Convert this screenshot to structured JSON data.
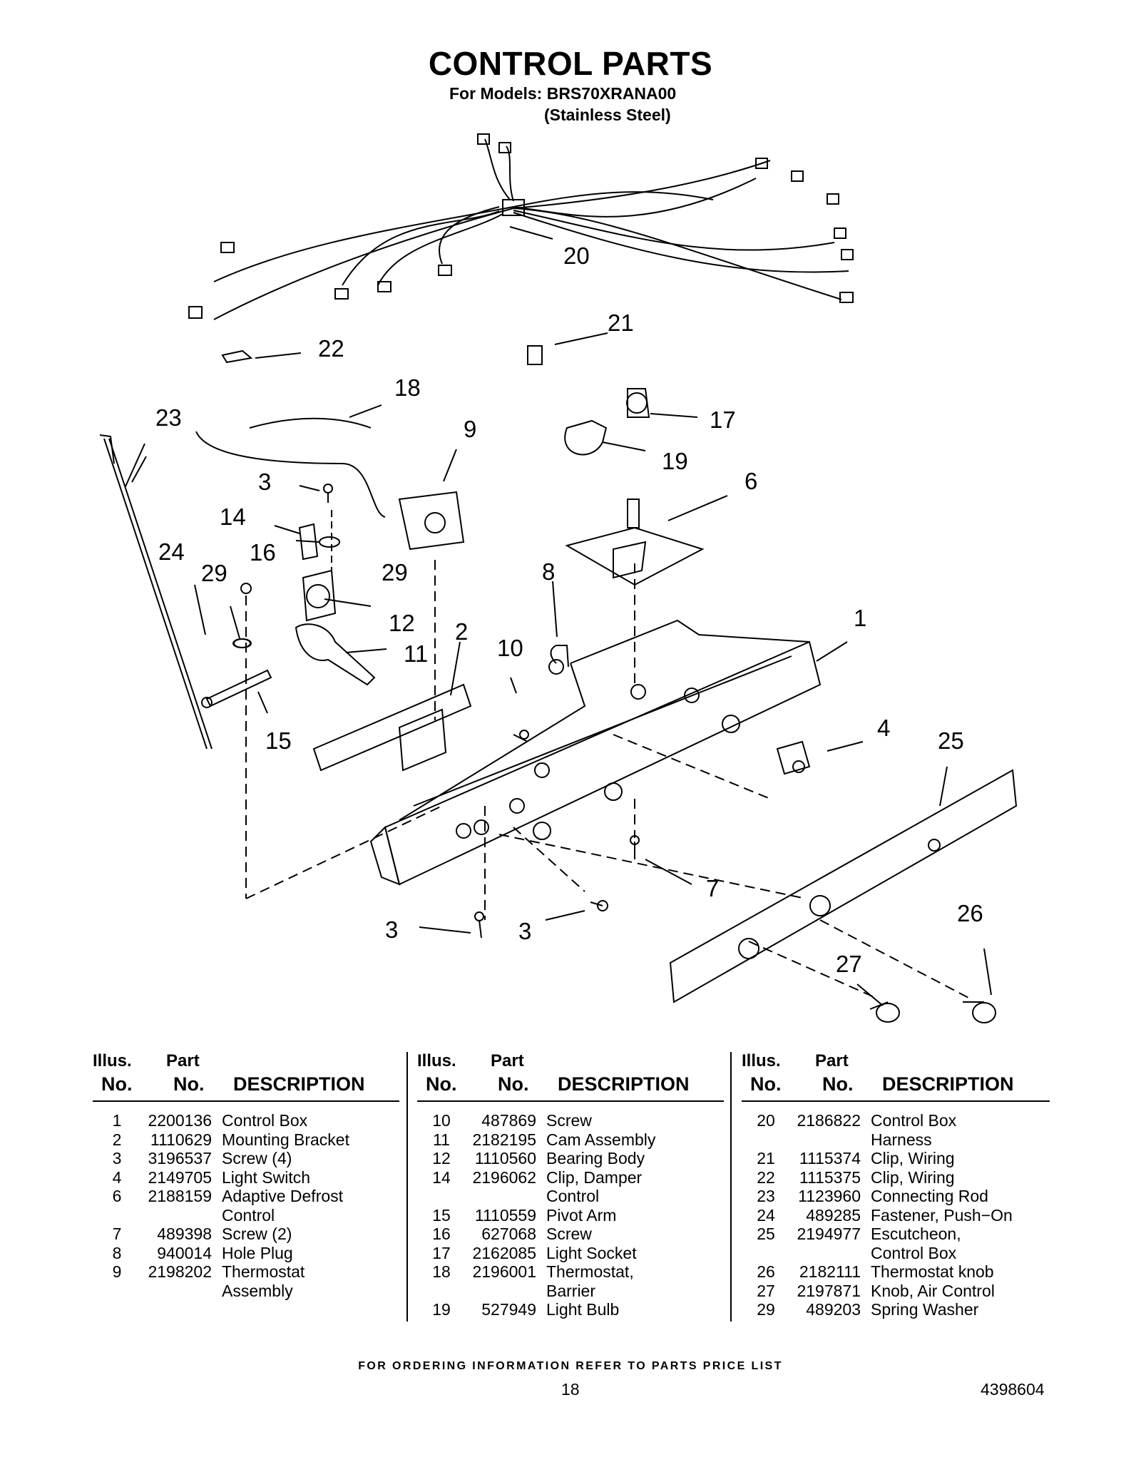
{
  "header": {
    "title": "CONTROL PARTS",
    "models_line": "For Models: BRS70XRANA00",
    "variant_line": "(Stainless Steel)"
  },
  "diagram": {
    "callouts": [
      "20",
      "21",
      "22",
      "18",
      "23",
      "9",
      "17",
      "19",
      "3",
      "6",
      "14",
      "16",
      "29",
      "24",
      "29",
      "8",
      "12",
      "11",
      "2",
      "10",
      "1",
      "15",
      "4",
      "25",
      "7",
      "3",
      "3",
      "26",
      "27"
    ]
  },
  "table": {
    "headers": {
      "illus_top": "Illus.",
      "illus_bottom": "No.",
      "part_top": "Part",
      "part_bottom": "No.",
      "description": "DESCRIPTION"
    },
    "columns": [
      [
        {
          "illus": "1",
          "part": "2200136",
          "desc": [
            "Control Box"
          ]
        },
        {
          "illus": "2",
          "part": "1110629",
          "desc": [
            "Mounting Bracket"
          ]
        },
        {
          "illus": "3",
          "part": "3196537",
          "desc": [
            "Screw (4)"
          ]
        },
        {
          "illus": "4",
          "part": "2149705",
          "desc": [
            "Light Switch"
          ]
        },
        {
          "illus": "6",
          "part": "2188159",
          "desc": [
            "Adaptive Defrost",
            "Control"
          ]
        },
        {
          "illus": "7",
          "part": "489398",
          "desc": [
            "Screw (2)"
          ]
        },
        {
          "illus": "8",
          "part": "940014",
          "desc": [
            "Hole Plug"
          ]
        },
        {
          "illus": "9",
          "part": "2198202",
          "desc": [
            "Thermostat",
            "Assembly"
          ]
        }
      ],
      [
        {
          "illus": "10",
          "part": "487869",
          "desc": [
            "Screw"
          ]
        },
        {
          "illus": "11",
          "part": "2182195",
          "desc": [
            "Cam Assembly"
          ]
        },
        {
          "illus": "12",
          "part": "1110560",
          "desc": [
            "Bearing Body"
          ]
        },
        {
          "illus": "14",
          "part": "2196062",
          "desc": [
            "Clip, Damper",
            "Control"
          ]
        },
        {
          "illus": "15",
          "part": "1110559",
          "desc": [
            "Pivot Arm"
          ]
        },
        {
          "illus": "16",
          "part": "627068",
          "desc": [
            "Screw"
          ]
        },
        {
          "illus": "17",
          "part": "2162085",
          "desc": [
            "Light Socket"
          ]
        },
        {
          "illus": "18",
          "part": "2196001",
          "desc": [
            "Thermostat,",
            "Barrier"
          ]
        },
        {
          "illus": "19",
          "part": "527949",
          "desc": [
            "Light Bulb"
          ]
        }
      ],
      [
        {
          "illus": "20",
          "part": "2186822",
          "desc": [
            "Control Box",
            "Harness"
          ]
        },
        {
          "illus": "21",
          "part": "1115374",
          "desc": [
            "Clip, Wiring"
          ]
        },
        {
          "illus": "22",
          "part": "1115375",
          "desc": [
            "Clip, Wiring"
          ]
        },
        {
          "illus": "23",
          "part": "1123960",
          "desc": [
            "Connecting Rod"
          ]
        },
        {
          "illus": "24",
          "part": "489285",
          "desc": [
            "Fastener, Push−On"
          ]
        },
        {
          "illus": "25",
          "part": "2194977",
          "desc": [
            "Escutcheon,",
            "Control Box"
          ]
        },
        {
          "illus": "26",
          "part": "2182111",
          "desc": [
            "Thermostat knob"
          ]
        },
        {
          "illus": "27",
          "part": "2197871",
          "desc": [
            "Knob, Air Control"
          ]
        },
        {
          "illus": "29",
          "part": "489203",
          "desc": [
            "Spring Washer"
          ]
        }
      ]
    ]
  },
  "footer": {
    "note": "FOR ORDERING INFORMATION REFER TO PARTS PRICE LIST",
    "page_number": "18",
    "document_number": "4398604"
  }
}
